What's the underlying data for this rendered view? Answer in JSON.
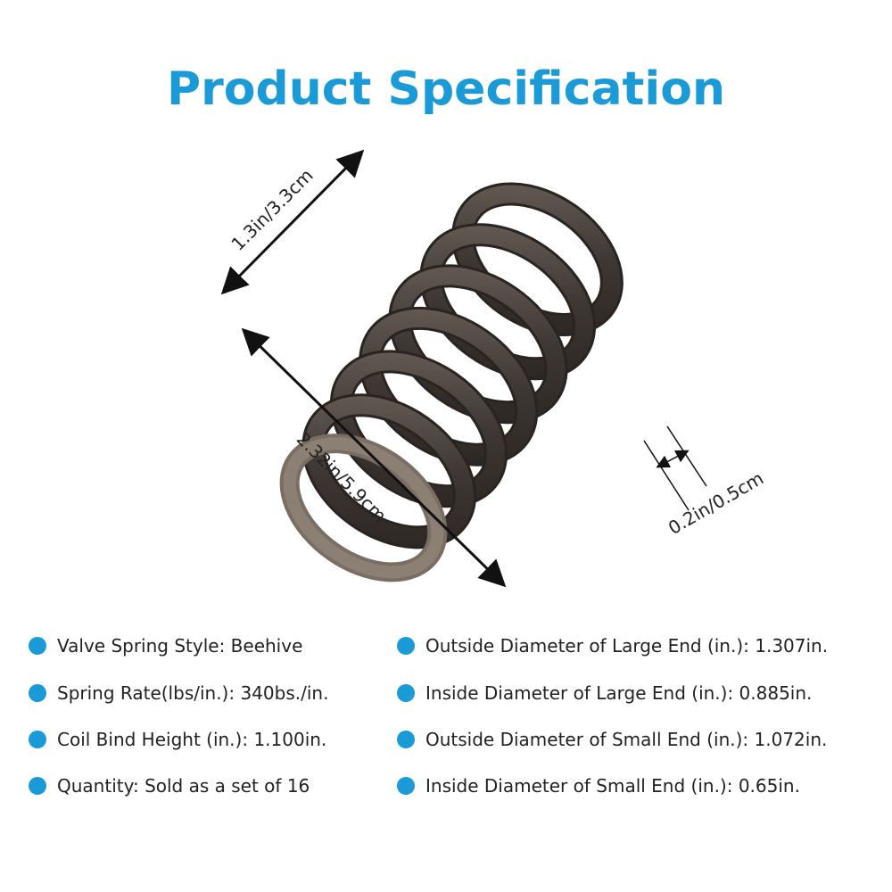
{
  "title": "Product Specification",
  "colors": {
    "accent": "#1a9ad6",
    "spring": "#4a423d",
    "text": "#222222"
  },
  "dimensions": {
    "diameter": "1.3in/3.3cm",
    "length": "2.32in/5.9cm",
    "wire": "0.2in/0.5cm"
  },
  "specs_left": [
    "Valve Spring Style: Beehive",
    "Spring Rate(lbs/in.): 340bs./in.",
    "Coil Bind Height (in.): 1.100in.",
    "Quantity: Sold as a set of 16"
  ],
  "specs_right": [
    "Outside Diameter of Large End (in.):  1.307in.",
    "Inside Diameter of Large End (in.): 0.885in.",
    "Outside Diameter of Small End (in.): 1.072in.",
    "Inside Diameter of Small End (in.): 0.65in."
  ]
}
